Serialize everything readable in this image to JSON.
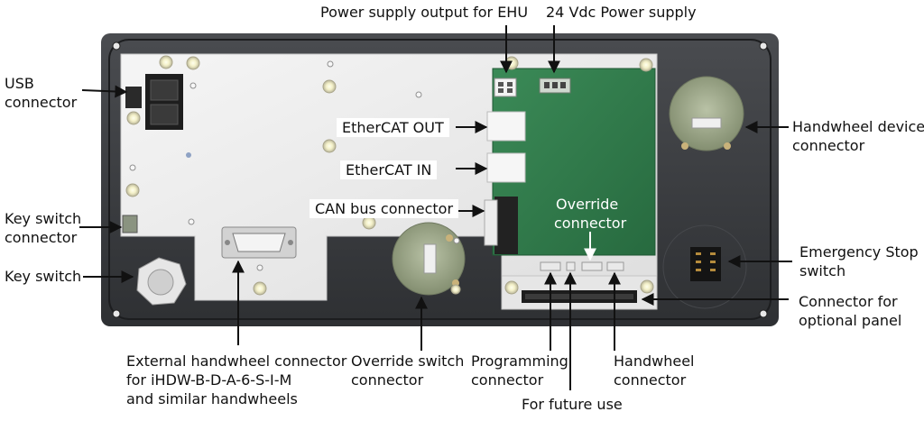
{
  "labels": {
    "power_supply_output": "Power supply output for EHU",
    "power_supply_24v": "24 Vdc Power supply",
    "usb_1": "USB",
    "usb_2": "connector",
    "ethercat_out": "EtherCAT OUT",
    "ethercat_in": "EtherCAT IN",
    "can_bus": "CAN bus connector",
    "override_connector_1": "Override",
    "override_connector_2": "connector",
    "handwheel_device_1": "Handwheel device",
    "handwheel_device_2": "connector",
    "key_switch_connector_1": "Key switch",
    "key_switch_connector_2": "connector",
    "key_switch": "Key switch",
    "emergency_stop_1": "Emergency Stop",
    "emergency_stop_2": "switch",
    "optional_panel_1": "Connector for",
    "optional_panel_2": "optional panel",
    "external_handwheel_1": "External handwheel connector",
    "external_handwheel_2": "for iHDW-B-D-A-6-S-I-M",
    "external_handwheel_3": "and similar handwheels",
    "override_switch_1": "Override switch",
    "override_switch_2": "connector",
    "programming_1": "Programming",
    "programming_2": "connector",
    "handwheel_conn_1": "Handwheel",
    "handwheel_conn_2": "connector",
    "future_use": "For future use"
  },
  "colors": {
    "housing": "#3c3e41",
    "plate": "#ececec",
    "pcb": "#2f7a4a",
    "connector_white": "#f4f4f4",
    "pointer": "#111111"
  }
}
